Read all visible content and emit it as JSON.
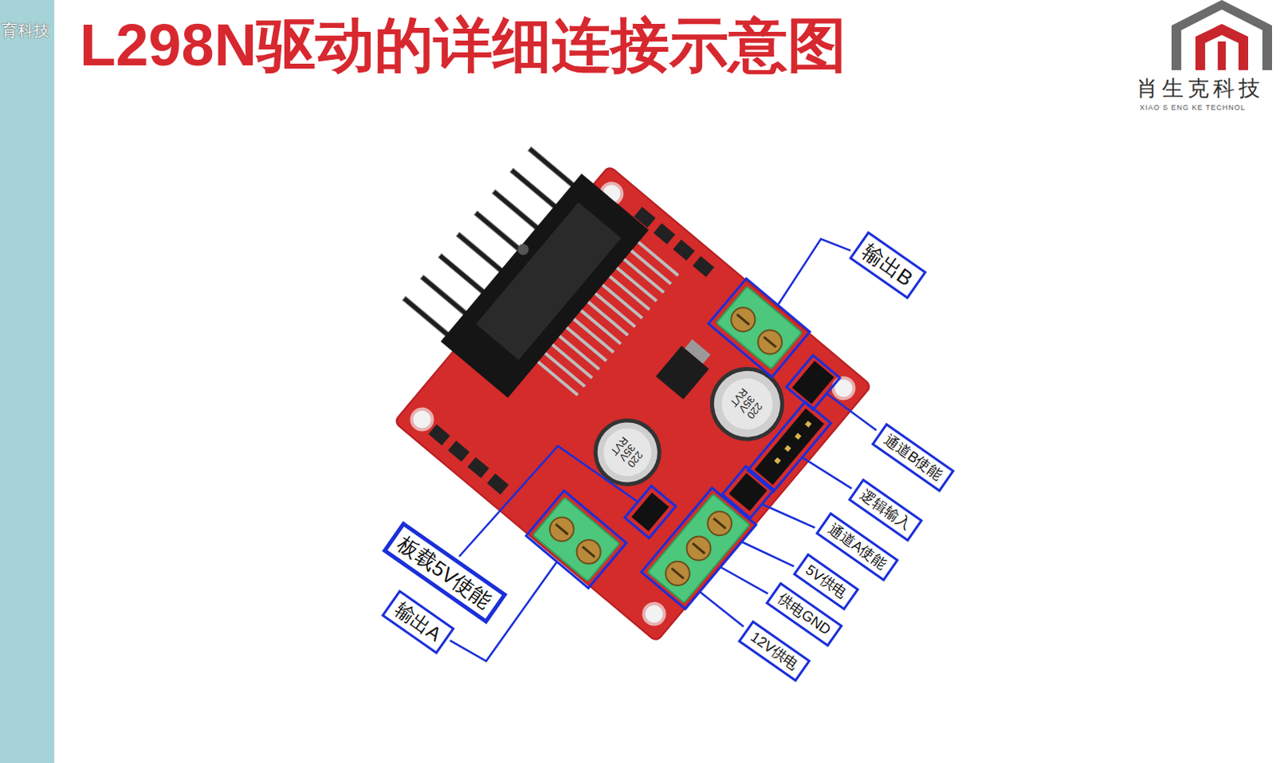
{
  "diagram": {
    "title": "L298N驱动的详细连接示意图",
    "nodes": [
      {
        "text": [
          "输出B"
        ]
      },
      {
        "text": [
          "通道B使能"
        ]
      },
      {
        "text": [
          "逻辑输入"
        ]
      },
      {
        "text": [
          "通道A使能"
        ]
      },
      {
        "text": [
          "5V供电"
        ]
      },
      {
        "text": [
          "供电GND"
        ]
      },
      {
        "text": [
          "12V供电"
        ]
      },
      {
        "text": [
          "板载5V使能"
        ]
      },
      {
        "text": [
          "输出A"
        ]
      }
    ],
    "labels": [
      "育科技",
      "肖生克科技",
      "XIAO S ENG KE TECHNOL",
      "220 35V RVT",
      "220 35V RVT"
    ]
  }
}
